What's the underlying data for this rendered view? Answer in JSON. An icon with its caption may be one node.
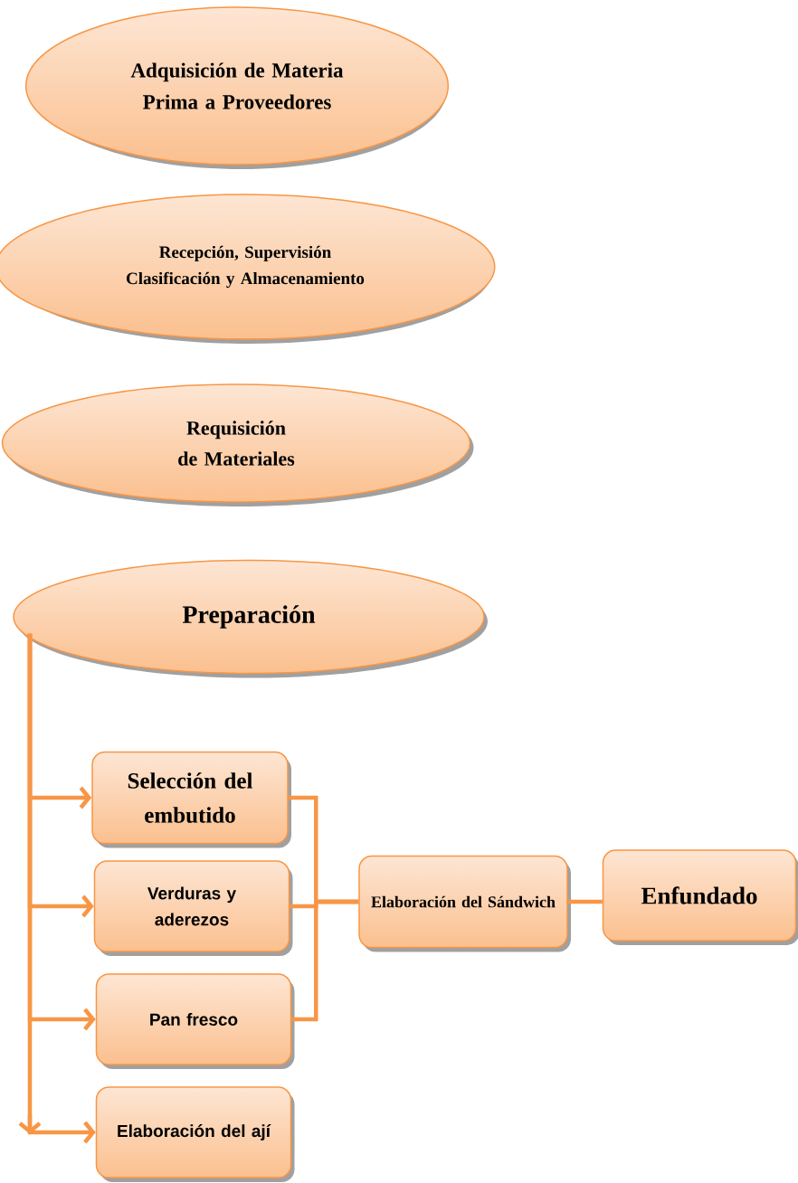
{
  "diagram": {
    "nodes": [
      {
        "text": [
          "Adquisición de Materia Prima a Proveedores"
        ]
      },
      {
        "text": [
          "Recepción, Supervisión Clasificación y Almacenamiento"
        ]
      },
      {
        "text": [
          "Requisición de Materiales"
        ]
      },
      {
        "text": [
          "Preparación"
        ]
      },
      {
        "text": [
          "Selección del embutido"
        ]
      },
      {
        "text": [
          "Verduras y aderezos"
        ]
      },
      {
        "text": [
          "Pan fresco"
        ]
      },
      {
        "text": [
          "Elaboración del ají"
        ]
      },
      {
        "text": [
          "Elaboración del Sándwich"
        ]
      },
      {
        "text": [
          "Enfundado"
        ]
      }
    ],
    "edges": [
      {
        "from": 3,
        "to": 4,
        "arrow": "to"
      },
      {
        "from": 3,
        "to": 5,
        "arrow": "to"
      },
      {
        "from": 3,
        "to": 6,
        "arrow": "to"
      },
      {
        "from": 3,
        "to": 7,
        "arrow": "to"
      },
      {
        "from": 4,
        "to": 8,
        "arrow": "none"
      },
      {
        "from": 5,
        "to": 8,
        "arrow": "none"
      },
      {
        "from": 6,
        "to": 8,
        "arrow": "none"
      },
      {
        "from": 8,
        "to": 9,
        "arrow": "none"
      }
    ]
  }
}
